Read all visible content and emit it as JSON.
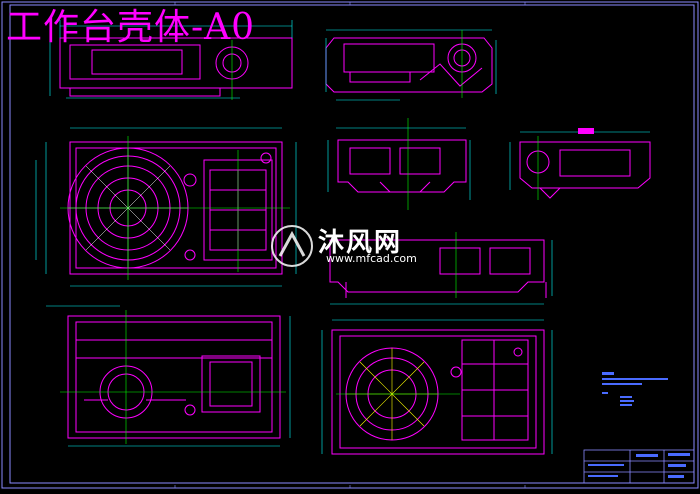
{
  "title": "工作台壳体-A0",
  "watermark": {
    "name": "沐风网",
    "url": "www.mfcad.com"
  },
  "colors": {
    "background": "#000000",
    "outline": "#ff00ff",
    "dimension": "#00ffff",
    "center": "#00ff00",
    "accent": "#ffff00",
    "frame": "#8a8aff"
  }
}
